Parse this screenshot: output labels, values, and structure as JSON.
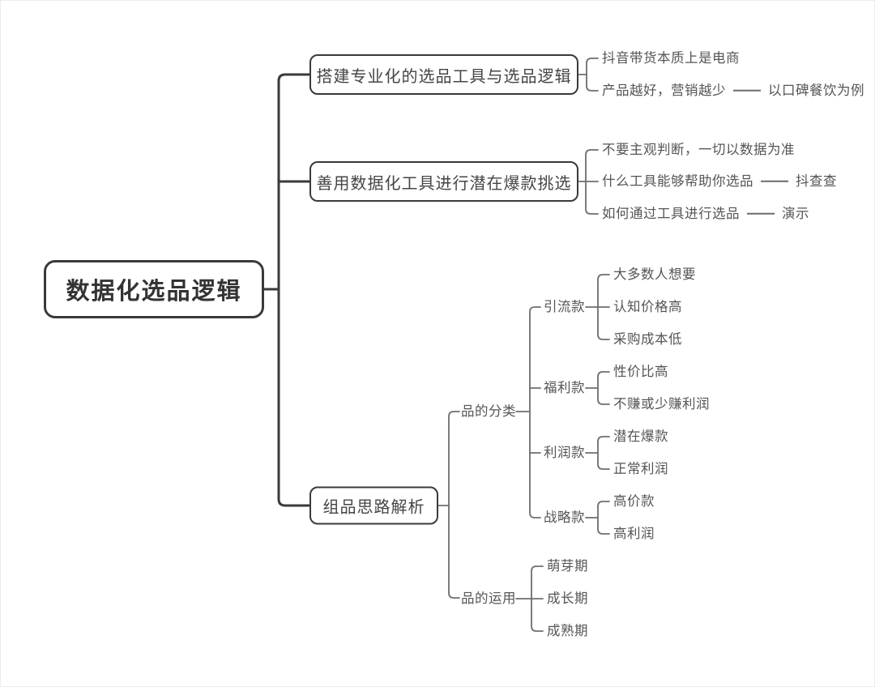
{
  "diagram": {
    "type": "mindmap",
    "colors": {
      "background": "#ffffff",
      "node_border": "#3a3a3a",
      "trunk_line": "#3a3a3a",
      "branch_line": "#6e6e6e",
      "node_text": "#454545",
      "leaf_text": "#555555"
    }
  },
  "mindmap": {
    "root": "数据化选品逻辑",
    "branches": [
      {
        "label": "搭建专业化的选品工具与选品逻辑",
        "children": [
          {
            "label": "抖音带货本质上是电商"
          },
          {
            "label": "产品越好，营销越少",
            "link": "以口碑餐饮为例"
          }
        ]
      },
      {
        "label": "善用数据化工具进行潜在爆款挑选",
        "children": [
          {
            "label": "不要主观判断，一切以数据为准"
          },
          {
            "label": "什么工具能够帮助你选品",
            "link": "抖查查"
          },
          {
            "label": "如何通过工具进行选品",
            "link": "演示"
          }
        ]
      },
      {
        "label": "组品思路解析",
        "children": [
          {
            "label": "品的分类",
            "children": [
              {
                "label": "引流款",
                "children": [
                  {
                    "label": "大多数人想要"
                  },
                  {
                    "label": "认知价格高"
                  },
                  {
                    "label": "采购成本低"
                  }
                ]
              },
              {
                "label": "福利款",
                "children": [
                  {
                    "label": "性价比高"
                  },
                  {
                    "label": "不赚或少赚利润"
                  }
                ]
              },
              {
                "label": "利润款",
                "children": [
                  {
                    "label": "潜在爆款"
                  },
                  {
                    "label": "正常利润"
                  }
                ]
              },
              {
                "label": "战略款",
                "children": [
                  {
                    "label": "高价款"
                  },
                  {
                    "label": "高利润"
                  }
                ]
              }
            ]
          },
          {
            "label": "品的运用",
            "children": [
              {
                "label": "萌芽期"
              },
              {
                "label": "成长期"
              },
              {
                "label": "成熟期"
              }
            ]
          }
        ]
      }
    ]
  }
}
